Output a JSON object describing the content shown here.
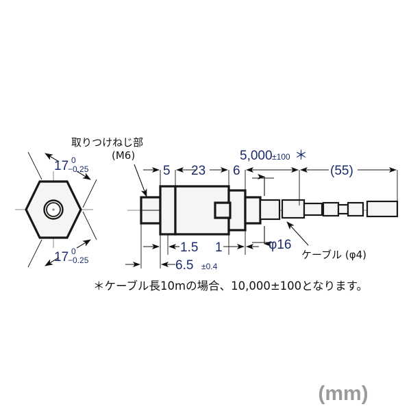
{
  "drawing": {
    "title_unit": "(mm)",
    "note": "＊ケーブル長10mの場合、10,000±100となります。",
    "labels": {
      "mount_thread": "取りつけねじ部",
      "mount_thread_spec": "(M6)",
      "cable": "ケーブル (φ4)",
      "diameter_16": "φ16"
    },
    "hex_view": {
      "dim_top_value": "17",
      "dim_top_upper_tol": "0",
      "dim_top_lower_tol": "−0.25",
      "dim_bottom_value": "17",
      "dim_bottom_upper_tol": "0",
      "dim_bottom_lower_tol": "−0.25"
    },
    "side_view": {
      "dim_5": "5",
      "dim_23": "23",
      "dim_6": "6",
      "dim_cable_length": "5,000",
      "dim_cable_tol": "±100",
      "dim_cable_asterisk": "＊",
      "dim_55": "(55)",
      "dim_1_5": "1.5",
      "dim_1": "1",
      "dim_6_5": "6.5",
      "dim_6_5_tol": "±0.4"
    },
    "colors": {
      "dimension_text": "#1a2b6b",
      "outline": "#1b1714",
      "fill": "#f4f5f4",
      "unit_text": "#9a9a9a",
      "centerline": "#8a8a8a"
    }
  }
}
